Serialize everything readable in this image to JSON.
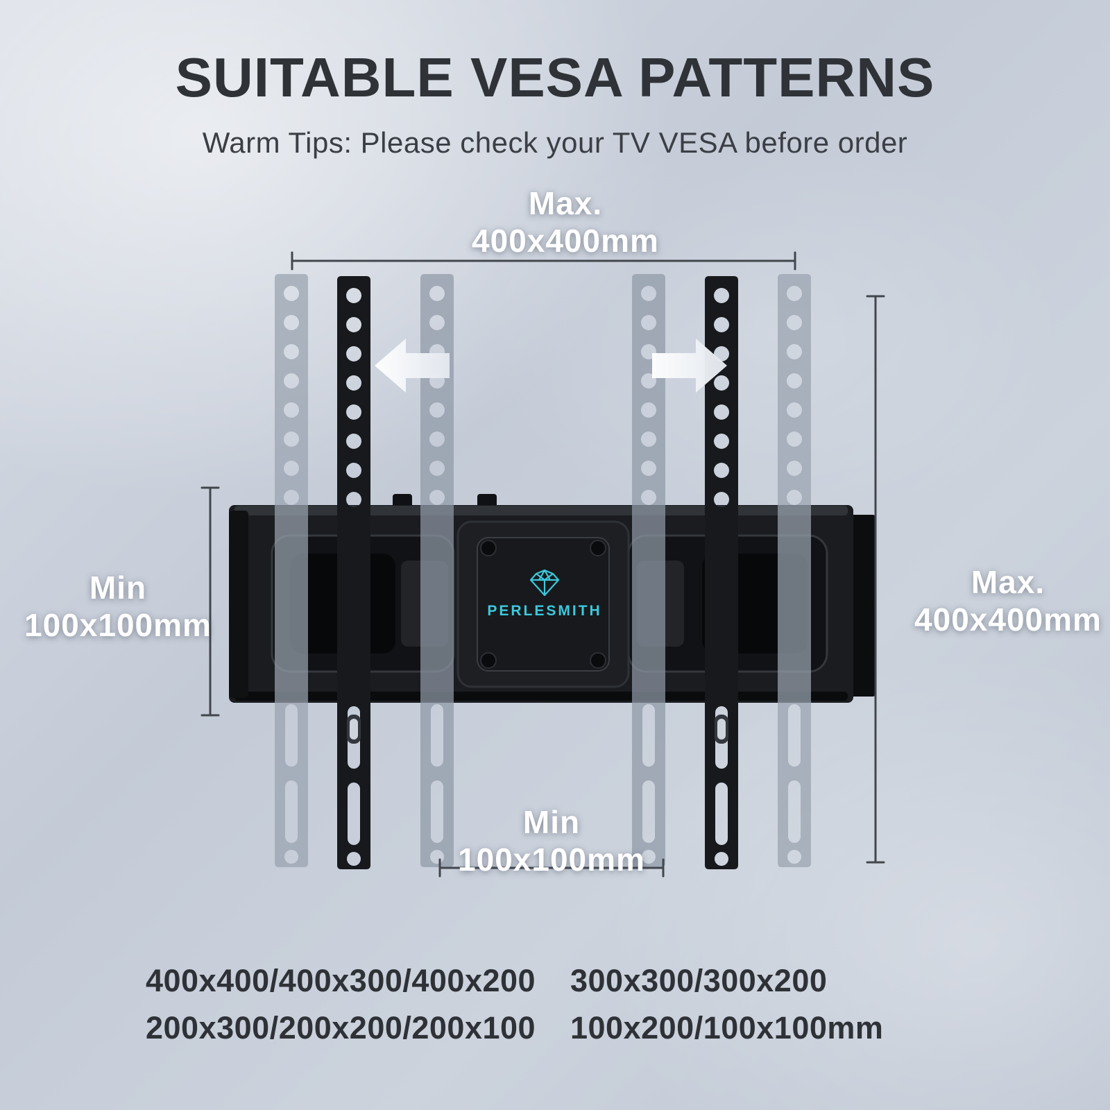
{
  "header": {
    "title": "SUITABLE VESA PATTERNS",
    "subtitle": "Warm Tips: Please check your TV VESA before order"
  },
  "dimensions": {
    "top": {
      "line1": "Max.",
      "line2": "400x400mm"
    },
    "left": {
      "line1": "Min",
      "line2": "100x100mm"
    },
    "right": {
      "line1": "Max.",
      "line2": "400x400mm"
    },
    "bottom": {
      "line1": "Min",
      "line2": "100x100mm"
    }
  },
  "brand": {
    "name": "PERLESMITH",
    "accent_color": "#3cc9dd"
  },
  "vesa_patterns": {
    "row1_col1": "400x400/400x300/400x200",
    "row1_col2": "300x300/300x200",
    "row2_col1": "200x300/200x200/200x100",
    "row2_col2": "100x200/100x100mm"
  },
  "colors": {
    "background": "#c7ceda",
    "bracket_black": "#17191c",
    "ghost_rail_gray": "#99a2af",
    "dimension_line": "#42464d",
    "text_dark": "#2e3237",
    "label_white": "#ffffff"
  }
}
